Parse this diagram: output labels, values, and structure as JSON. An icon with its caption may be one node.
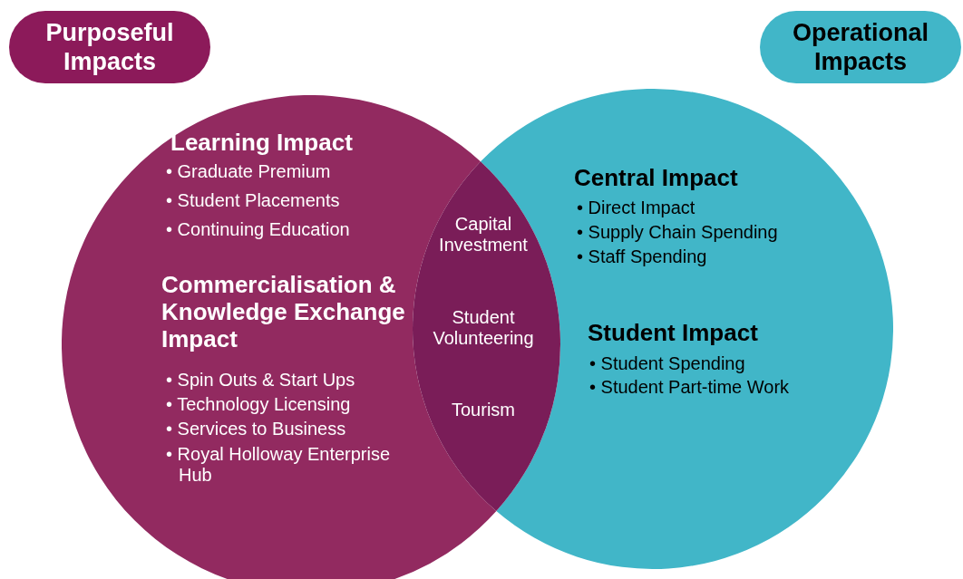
{
  "diagram": {
    "nodes": [
      {
        "text": [
          "Purposeful Impacts"
        ]
      },
      {
        "text": [
          "Operational Impacts"
        ]
      },
      {
        "text": [
          "Learning Impact",
          "• Graduate Premium",
          "• Student Placements",
          "• Continuing Education",
          "Commercialisation & Knowledge Exchange Impact",
          "• Spin Outs & Start Ups",
          "• Technology Licensing",
          "• Services to Business",
          "• Royal Holloway Enterprise Hub"
        ]
      },
      {
        "text": [
          "Central Impact",
          "• Direct Impact",
          "• Supply Chain Spending",
          "• Staff Spending",
          "Student Impact",
          "• Student Spending",
          "• Student Part-time Work"
        ]
      },
      {
        "text": [
          "Capital Investment",
          "Student Volunteering",
          "Tourism"
        ]
      }
    ],
    "edges": []
  }
}
